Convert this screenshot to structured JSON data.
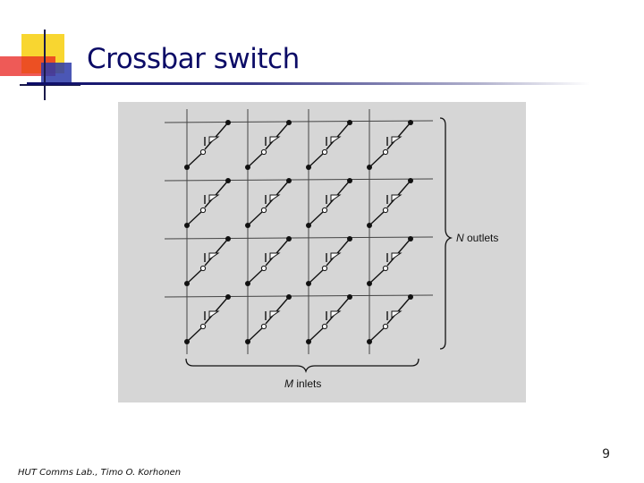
{
  "slide": {
    "title": "Crossbar switch",
    "page_number": "9",
    "footer": "HUT Comms Lab., Timo O. Korhonen"
  },
  "diagram": {
    "grid_rows": 4,
    "grid_cols": 4,
    "outlets_label_italic": "N",
    "outlets_label_rest": " outlets",
    "inlets_label_italic": "M",
    "inlets_label_rest": " inlets"
  },
  "colors": {
    "title": "#0b0b66",
    "figure_background": "#d6d6d6",
    "logo_yellow": "#f7d21a",
    "logo_red": "#e8231f",
    "logo_blue": "#2b3aa8"
  },
  "icons": {
    "logo": "decorative-squares-logo"
  }
}
